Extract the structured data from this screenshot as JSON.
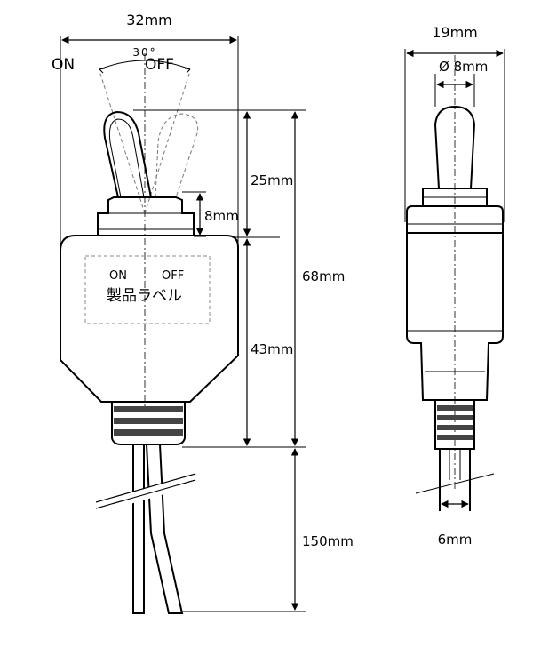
{
  "front_view": {
    "width_label": "32mm",
    "angle_label": "30°",
    "on_label": "ON",
    "off_label": "OFF",
    "lever_height_label": "25mm",
    "bushing_height_label": "8mm",
    "total_height_label": "68mm",
    "body_height_label": "43mm",
    "lead_length_label": "150mm",
    "product_label": {
      "on": "ON",
      "off": "OFF",
      "text": "製品ラベル"
    }
  },
  "side_view": {
    "width_label": "19mm",
    "lever_diameter_label": "Ø 8mm",
    "cord_width_label": "6mm"
  }
}
